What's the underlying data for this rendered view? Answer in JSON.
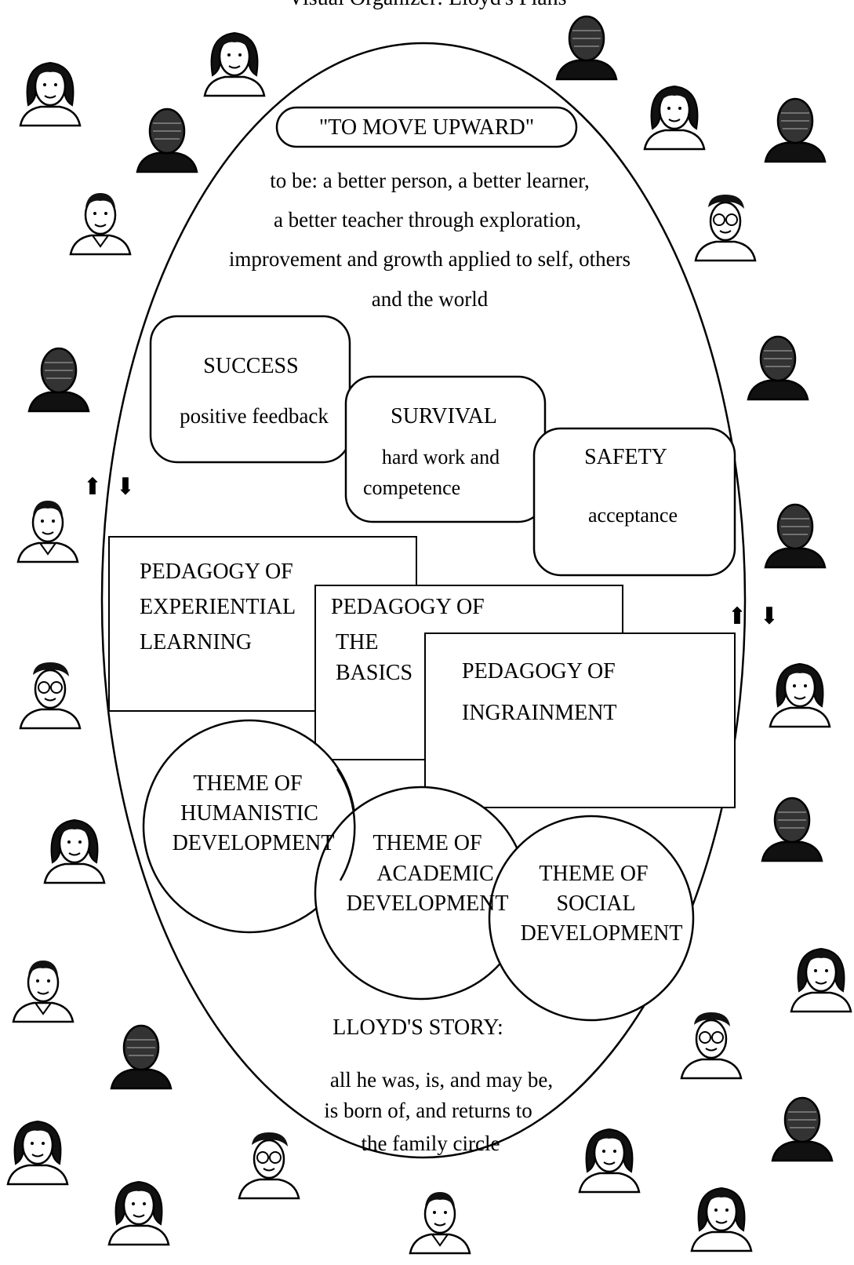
{
  "header": {
    "title_fragment": "Visual Organizer: Lloyd's Plans"
  },
  "top_pill": "\"TO MOVE UPWARD\"",
  "intro_lines": [
    "to be: a better person, a better learner,",
    "a better teacher through exploration,",
    "improvement and growth applied to self, others",
    "and the world"
  ],
  "needs": [
    {
      "title": "SUCCESS",
      "line1": "positive feedback",
      "line2": ""
    },
    {
      "title": "SURVIVAL",
      "line1": "hard work and",
      "line2": "competence"
    },
    {
      "title": "SAFETY",
      "line1": "acceptance",
      "line2": ""
    }
  ],
  "pedagogies": [
    {
      "lines": [
        "PEDAGOGY OF",
        "EXPERIENTIAL",
        "LEARNING"
      ]
    },
    {
      "lines": [
        "PEDAGOGY OF",
        "THE",
        "BASICS"
      ]
    },
    {
      "lines": [
        "PEDAGOGY OF",
        "INGRAINMENT"
      ]
    }
  ],
  "themes": [
    {
      "lines": [
        "THEME OF",
        "HUMANISTIC",
        "DEVELOPMENT"
      ]
    },
    {
      "lines": [
        "THEME OF",
        "ACADEMIC",
        "DEVELOPMENT"
      ]
    },
    {
      "lines": [
        "THEME OF",
        "SOCIAL",
        "DEVELOPMENT"
      ]
    }
  ],
  "story": {
    "title": "LLOYD'S STORY:",
    "lines": [
      "all he was, is, and may be,",
      "is born of, and returns to",
      "the family circle"
    ]
  },
  "arrows": {
    "up": "⬆",
    "down": "⬇"
  },
  "figures": {
    "icon": "person-portrait-icon"
  }
}
